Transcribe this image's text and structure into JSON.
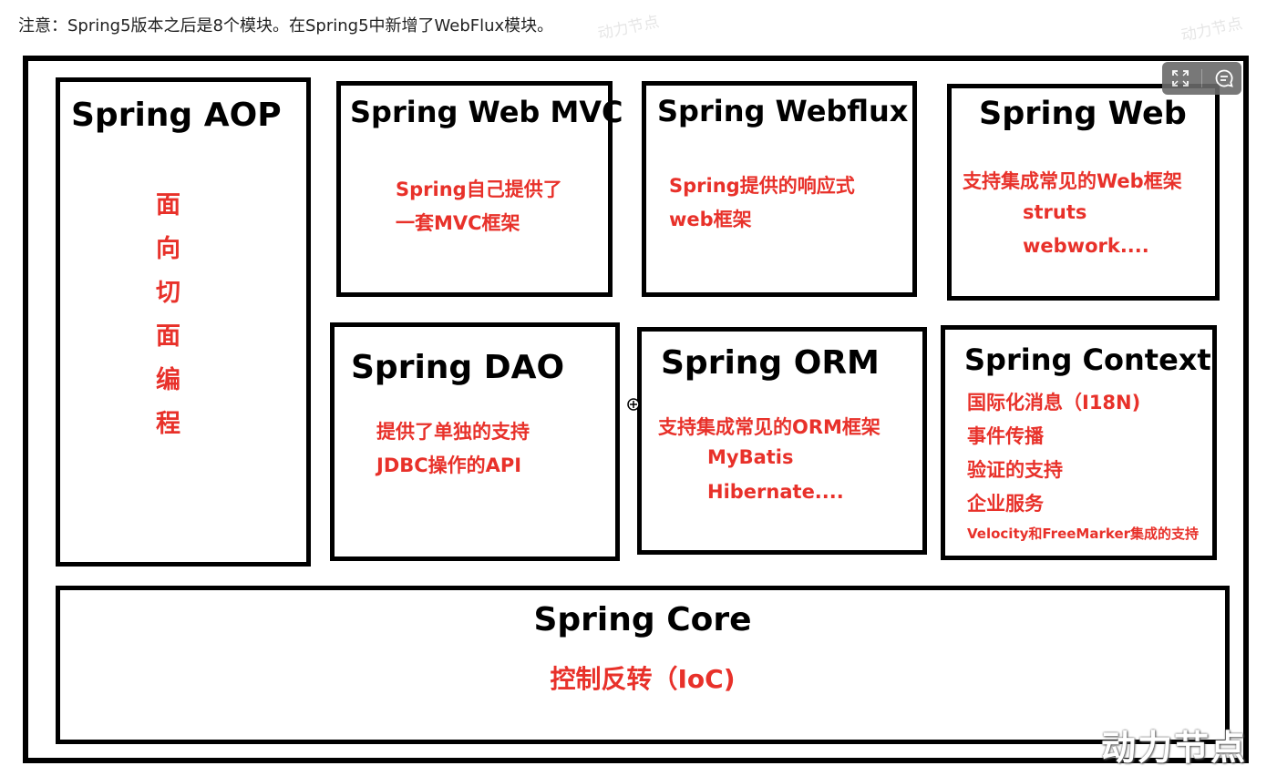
{
  "note_text": "注意：Spring5版本之后是8个模块。在Spring5中新增了WebFlux模块。",
  "watermark_small": [
    "动力节点",
    "动力节点"
  ],
  "watermark_main": "动力节点",
  "colors": {
    "red": "#e8312a",
    "black": "#000000"
  },
  "toolbar": {
    "icons": [
      "fullscreen-icon",
      "comment-icon"
    ]
  },
  "modules": {
    "aop": {
      "title": "Spring AOP",
      "chars": [
        "面",
        "向",
        "切",
        "面",
        "编",
        "程"
      ]
    },
    "webmvc": {
      "title": "Spring Web MVC",
      "lines": [
        "Spring自己提供了",
        "一套MVC框架"
      ]
    },
    "webflux": {
      "title": "Spring Webflux",
      "lines": [
        "Spring提供的响应式",
        "web框架"
      ]
    },
    "web": {
      "title": "Spring Web",
      "lines": [
        "支持集成常见的Web框架",
        "struts",
        "webwork...."
      ]
    },
    "dao": {
      "title": "Spring DAO",
      "lines": [
        "提供了单独的支持",
        "JDBC操作的API"
      ]
    },
    "orm": {
      "title": "Spring ORM",
      "lines": [
        "支持集成常见的ORM框架",
        "MyBatis",
        "Hibernate...."
      ]
    },
    "context": {
      "title": "Spring Context",
      "lines": [
        "国际化消息（I18N)",
        "事件传播",
        "验证的支持",
        "企业服务",
        "Velocity和FreeMarker集成的支持"
      ]
    },
    "core": {
      "title": "Spring Core",
      "subtitle": "控制反转（IoC)"
    }
  }
}
